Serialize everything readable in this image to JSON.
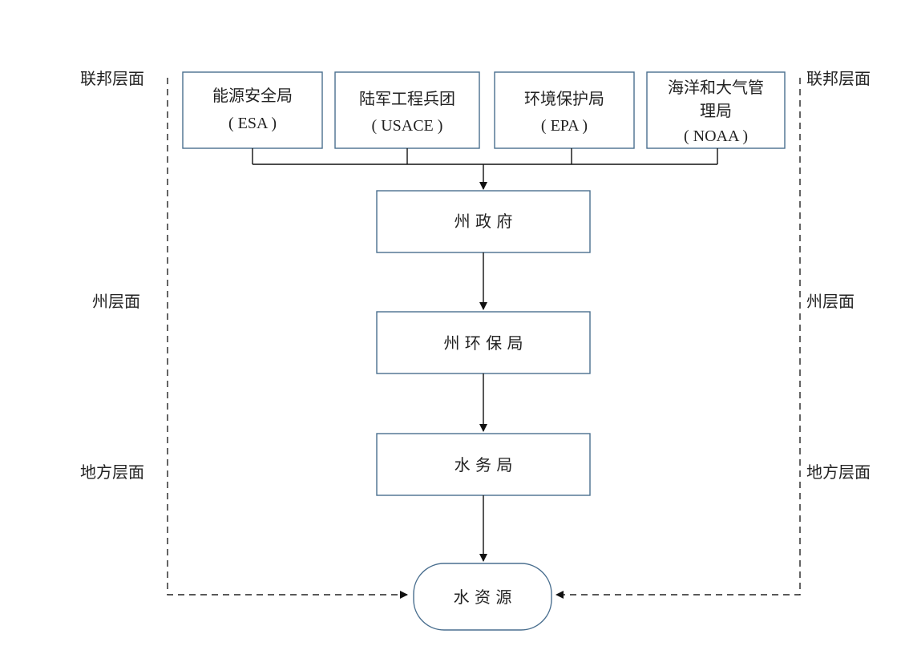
{
  "levels": {
    "federal": "联邦层面",
    "state": "州层面",
    "local": "地方层面"
  },
  "federal_agencies": [
    {
      "name": "能源安全局",
      "abbr": "( ESA )"
    },
    {
      "name": "陆军工程兵团",
      "abbr": "( USACE )"
    },
    {
      "name": "环境保护局",
      "abbr": "( EPA )"
    },
    {
      "name_line1": "海洋和大气管",
      "name_line2": "理局",
      "abbr": "( NOAA )"
    }
  ],
  "nodes": {
    "state_government": "州 政 府",
    "state_epa": "州 环 保 局",
    "water_bureau": "水 务 局",
    "water_resources": "水 资 源"
  }
}
